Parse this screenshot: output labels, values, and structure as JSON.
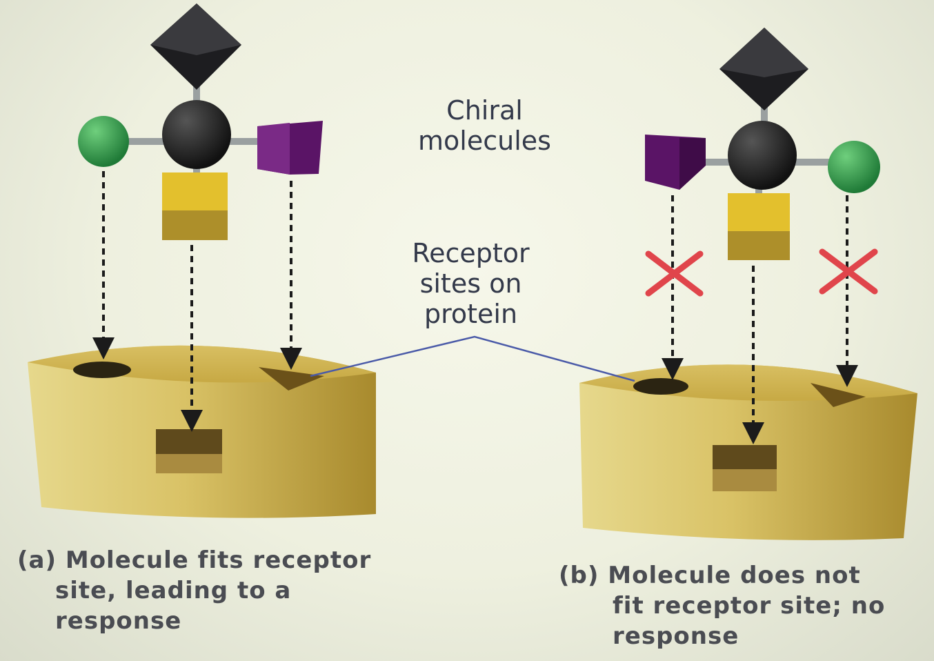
{
  "labels": {
    "chiral_molecules": [
      "Chiral",
      "molecules"
    ],
    "receptor_sites": [
      "Receptor",
      "sites on",
      "protein"
    ]
  },
  "captions": {
    "a": [
      "(a) Molecule fits receptor",
      "site, leading to a",
      "response"
    ],
    "b": [
      "(b) Molecule does not",
      "fit receptor site; no",
      "response"
    ]
  },
  "colors": {
    "protein": "#c9ad45",
    "center_atom": "#1c1c1f",
    "green_group": "#2f8f45",
    "purple_group": "#5a1466",
    "yellow_group": "#e0bd2c",
    "cross_mark": "#e0454b",
    "pointer_line": "#4a5aa8"
  },
  "icons": {
    "no_fit": "cross-mark-icon",
    "binding_direction": "arrow-down-icon"
  }
}
